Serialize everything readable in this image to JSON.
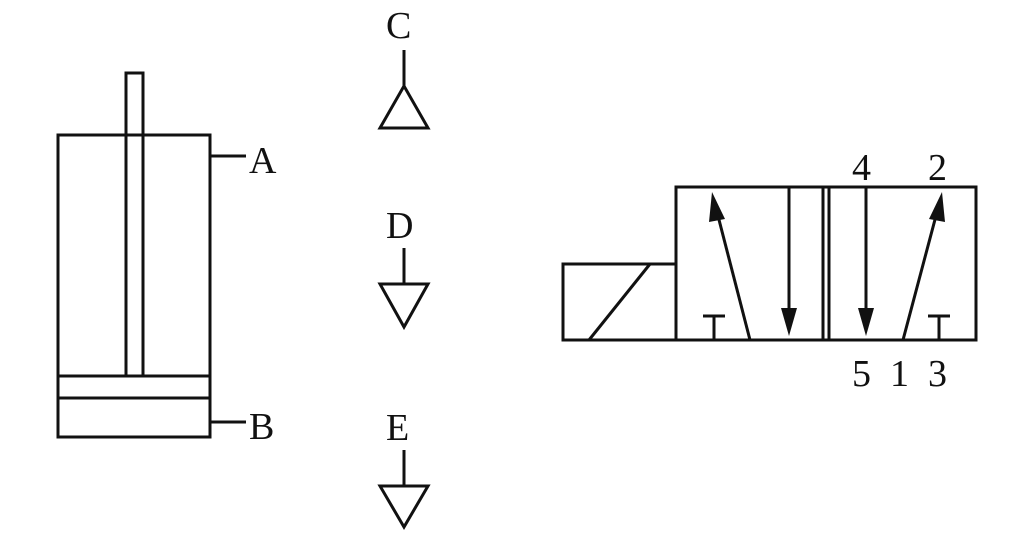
{
  "labels": {
    "cylinder_port_top": "A",
    "cylinder_port_bottom": "B",
    "symbol_top": "C",
    "symbol_middle": "D",
    "symbol_bottom": "E"
  },
  "valve_ports": {
    "top_left": "4",
    "top_right": "2",
    "bottom_left": "5",
    "bottom_middle": "1",
    "bottom_right": "3"
  },
  "colors": {
    "ink": "#111111",
    "background": "#ffffff"
  }
}
